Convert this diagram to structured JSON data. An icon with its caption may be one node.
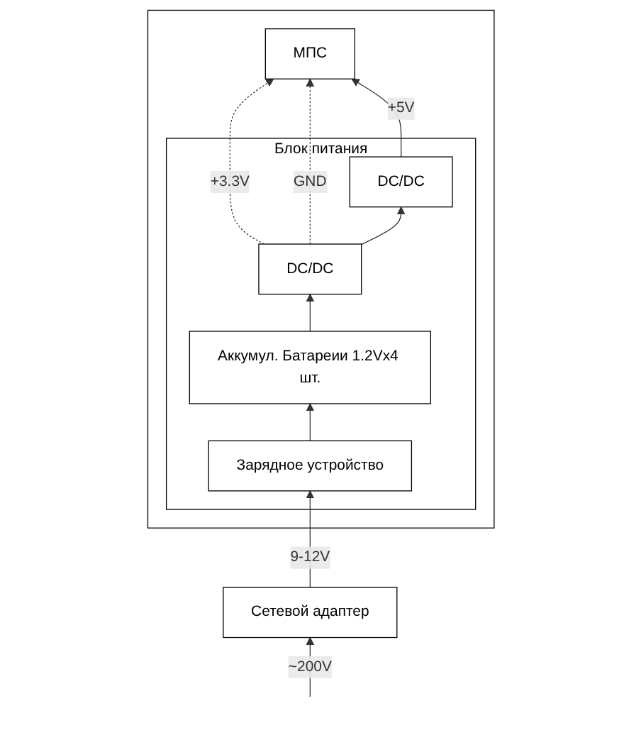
{
  "diagram": {
    "nodes": [
      {
        "text": [],
        "shape": "box"
      },
      {
        "text": [
          "МПС"
        ],
        "in": 0
      },
      {
        "text": [
          "Блок питания"
        ],
        "in": 0
      },
      {
        "text": [
          "Аккумул. Батареии 1.2Vx4 шт."
        ],
        "in": 2
      },
      {
        "text": [
          "DC/DC"
        ],
        "in": 2
      },
      {
        "text": [
          "DC/DC"
        ],
        "in": 2
      },
      {
        "text": [
          "Зарядное устройство"
        ],
        "in": 2
      },
      {
        "text": [
          "Сетевой адаптер"
        ]
      }
    ],
    "edges": [
      {
        "from": 3,
        "to": 4,
        "arrow": "to"
      },
      {
        "from": 4,
        "to": 5,
        "arrow": "to"
      },
      {
        "from": 4,
        "to": 1,
        "arrow": "to",
        "label": "+3.3V",
        "style": "dashed"
      },
      {
        "from": 4,
        "to": 1,
        "arrow": "to",
        "label": "GND",
        "style": "dashed"
      },
      {
        "from": 5,
        "to": 1,
        "arrow": "to",
        "label": "+5V"
      },
      {
        "from": 6,
        "to": 3,
        "arrow": "to"
      },
      {
        "from": 7,
        "to": 6,
        "arrow": "to",
        "label": "9-12V"
      },
      {
        "from": null,
        "to": 7,
        "arrow": "to",
        "label": "~200V"
      }
    ]
  }
}
